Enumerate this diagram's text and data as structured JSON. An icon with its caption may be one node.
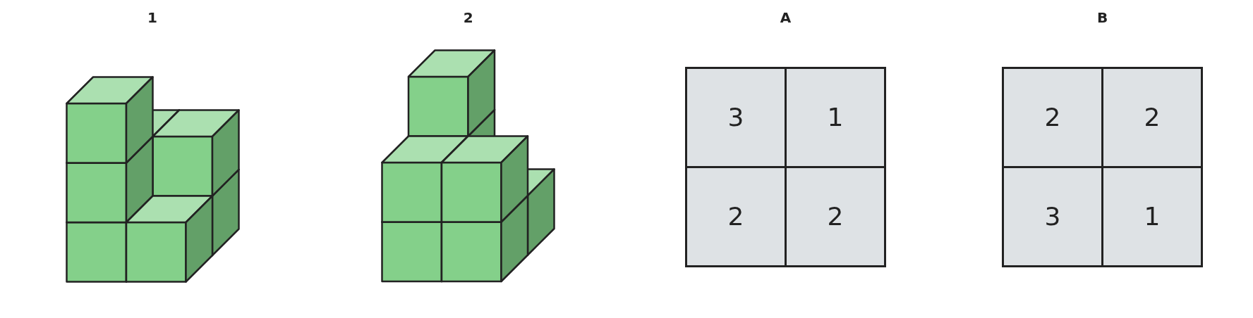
{
  "diagram": {
    "nodes": [
      {
        "text": [
          "1"
        ]
      },
      {
        "text": [
          "2"
        ]
      },
      {
        "text": [
          "A"
        ]
      },
      {
        "text": [
          "3"
        ],
        "in": 2
      },
      {
        "text": [
          "1"
        ],
        "in": 2
      },
      {
        "text": [
          "2"
        ],
        "in": 2
      },
      {
        "text": [
          "2"
        ],
        "in": 2
      },
      {
        "text": [
          "B"
        ]
      },
      {
        "text": [
          "2"
        ],
        "in": 7
      },
      {
        "text": [
          "2"
        ],
        "in": 7
      },
      {
        "text": [
          "3"
        ],
        "in": 7
      },
      {
        "text": [
          "1"
        ],
        "in": 7
      }
    ]
  }
}
